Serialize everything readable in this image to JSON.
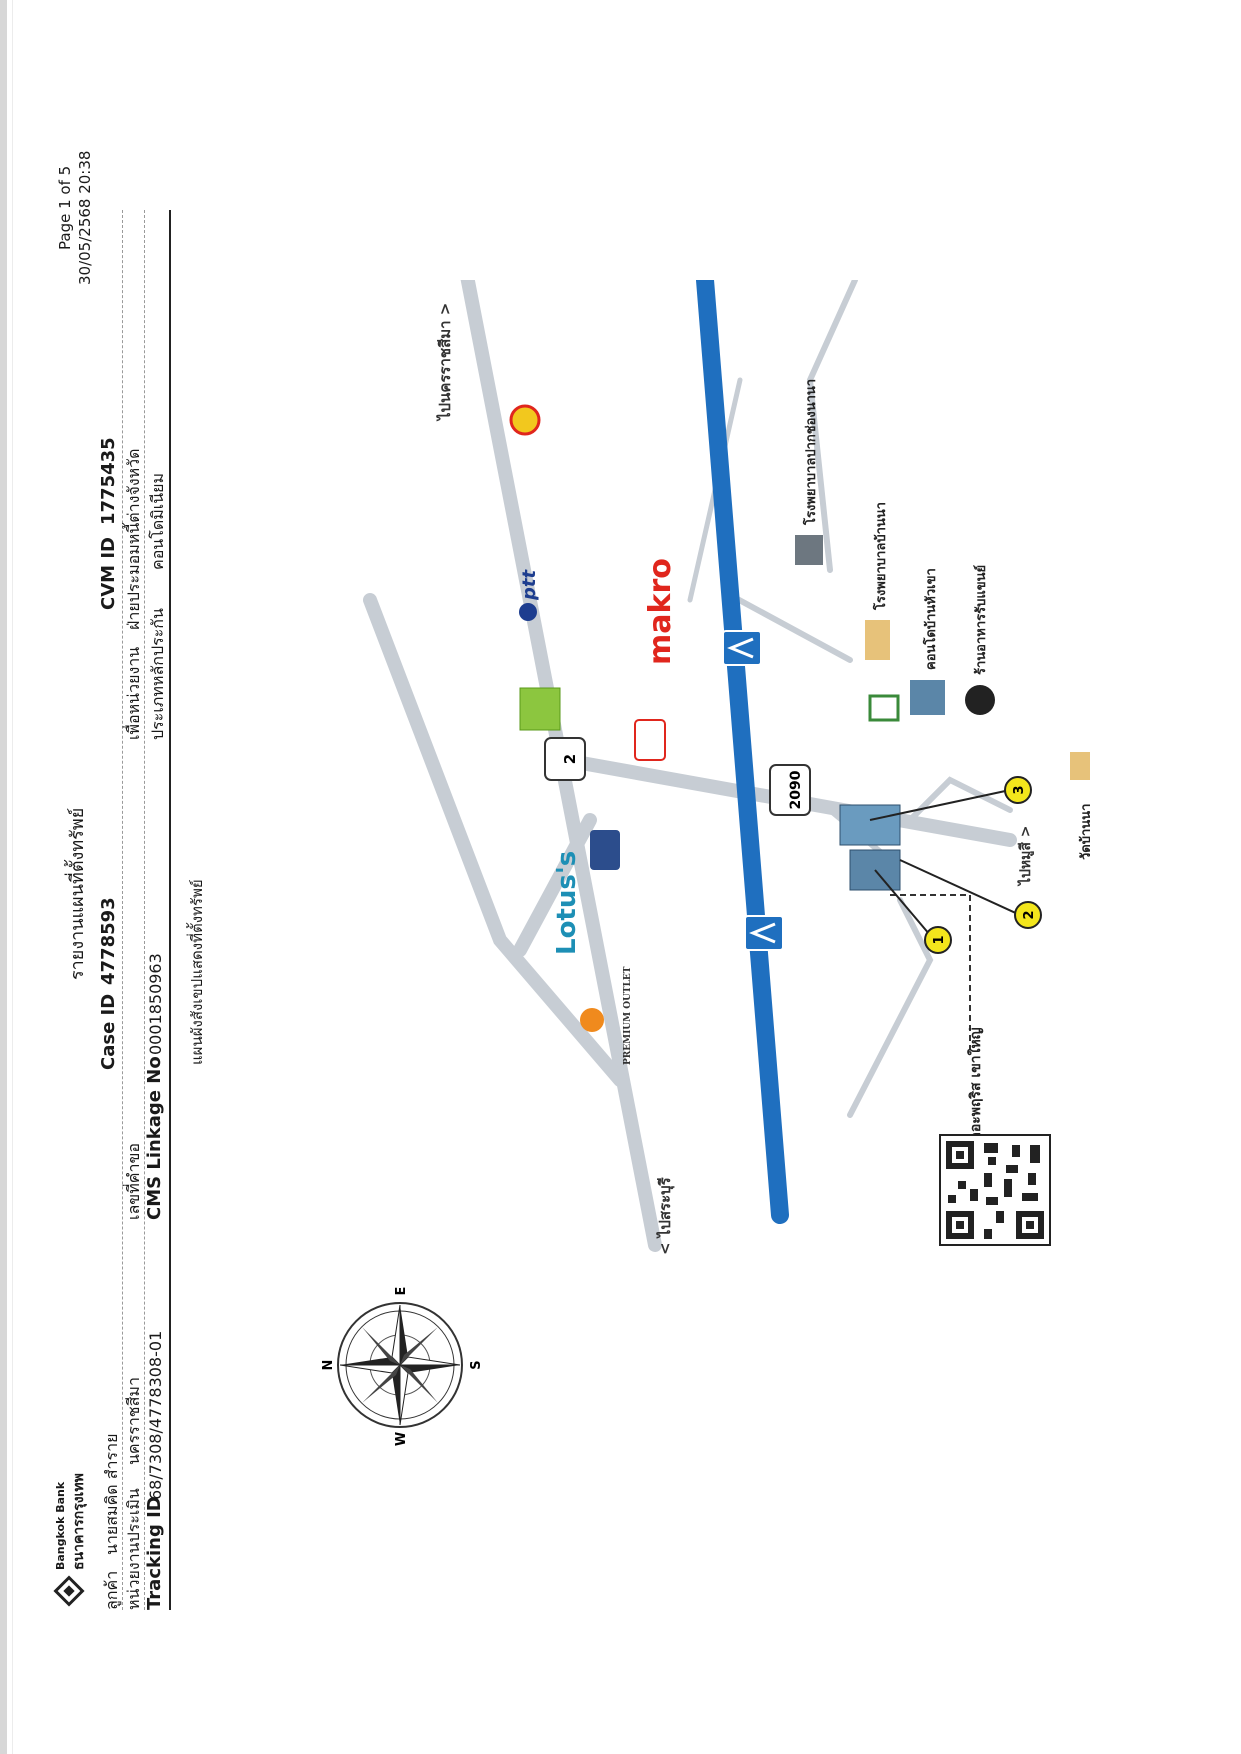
{
  "bank": {
    "name_en": "Bangkok Bank",
    "name_th": "ธนาคารกรุงเทพ"
  },
  "report": {
    "title": "รายงานแผนที่ตั้งทรัพย์",
    "page": "Page 1 of 5",
    "timestamp": "30/05/2568 20:38"
  },
  "header": {
    "customer_label": "ลูกค้า",
    "customer_value": "นายสมคิด สำราย",
    "assess_unit_label": "หน่วยงานประเมิน",
    "assess_unit_value": "นครราชสีมา",
    "tracking_label": "Tracking ID",
    "tracking_value": "68/7308/4778308-01",
    "case_label": "Case ID",
    "case_value": "4778593",
    "request_no_label": "เลขที่คำขอ",
    "request_no_value": "",
    "cms_label": "CMS Linkage No",
    "cms_value": "0001850963",
    "cvm_label": "CVM ID",
    "cvm_value": "1775435",
    "for_unit_label": "เพื่อหน่วยงาน",
    "for_unit_value": "ฝ่ายประมอมหนี้ต่างจังหวัด",
    "collateral_label": "ประเภทหลักประกัน",
    "collateral_value": "คอนโดมิเนียม"
  },
  "map": {
    "caption": "แผนผังสังเขปแสดงที่ตั้งทรัพย์",
    "compass": {
      "n": "N",
      "s": "S",
      "e": "E",
      "w": "W"
    },
    "road_left": "< ไปสระบุรี",
    "road_right": "ไปนครราชสีมา >",
    "road_down": "ไปหมูสี >",
    "shield_2": "2",
    "shield_2090": "2090",
    "lotus": "Lotus's",
    "makro": "makro",
    "ptt": "ptt",
    "premium_outlet": "PREMIUM OUTLET",
    "property_label": "คอนโดเดอะพฤริส เขาใหญ่",
    "markers": [
      "1",
      "2",
      "3"
    ],
    "places": {
      "hospital": "โรงพยาบาลปากช่องนานา",
      "school": "โรงพยาบาลบ้านนา",
      "condo": "คอนโดบ้านหัวเขา",
      "restaurant": "ร้านอาหารรับแขนย์",
      "temple": "วัดบ้านนา"
    },
    "colors": {
      "road": "#c7cdd4",
      "motorway": "#1f6fbf",
      "marker": "#f3e61c",
      "makro": "#e0261d",
      "lotus": "#1d8fb5"
    }
  }
}
